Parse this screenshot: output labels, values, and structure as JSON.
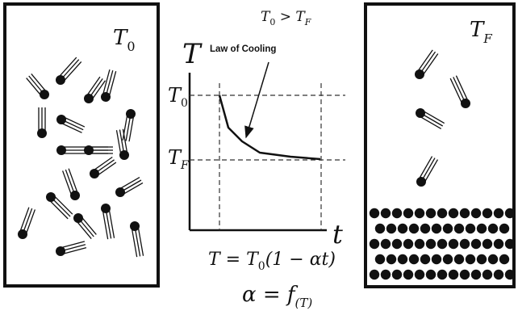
{
  "left_panel": {
    "temperature_label": "T",
    "temperature_subscript": "0"
  },
  "right_panel": {
    "temperature_label": "T",
    "temperature_subscript": "F"
  },
  "top_condition": {
    "lhs": "T",
    "lhs_subscript": "0",
    "operator": " > ",
    "rhs": "T",
    "rhs_subscript": "F"
  },
  "graph": {
    "y_axis_label": "T",
    "x_axis_label": "t",
    "y_tick_top": "T",
    "y_tick_top_subscript": "0",
    "y_tick_bottom": "T",
    "y_tick_bottom_subscript": "F",
    "curve_label": "Law of Cooling"
  },
  "equations": {
    "law_lhs": "T = T",
    "law_subscript": "0",
    "law_rhs": "(1 − αt)",
    "alpha_lhs": "α = f",
    "alpha_subscript": "(T)"
  },
  "colors": {
    "ink": "#111111",
    "dashed": "#333333"
  }
}
